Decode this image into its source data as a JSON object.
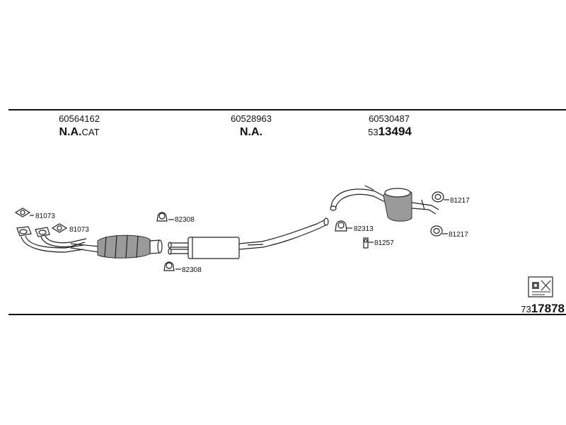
{
  "sections": [
    {
      "part_number": "60564162",
      "label_main": "N.A.",
      "label_sub": "CAT"
    },
    {
      "part_number": "60528963",
      "label_main": "N.A.",
      "label_sub": ""
    },
    {
      "part_number": "60530487",
      "prefix": "53",
      "number": "13494"
    }
  ],
  "callouts": [
    {
      "id": "81073-a",
      "text": "81073"
    },
    {
      "id": "81073-b",
      "text": "81073"
    },
    {
      "id": "82308-a",
      "text": "82308"
    },
    {
      "id": "82308-b",
      "text": "82308"
    },
    {
      "id": "82313",
      "text": "82313"
    },
    {
      "id": "81257",
      "text": "81257"
    },
    {
      "id": "81217-a",
      "text": "81217"
    },
    {
      "id": "81217-b",
      "text": "81217"
    }
  ],
  "footer": {
    "prefix": "73",
    "number": "17878"
  },
  "logo": {
    "icon": "fitting-guide-icon"
  }
}
